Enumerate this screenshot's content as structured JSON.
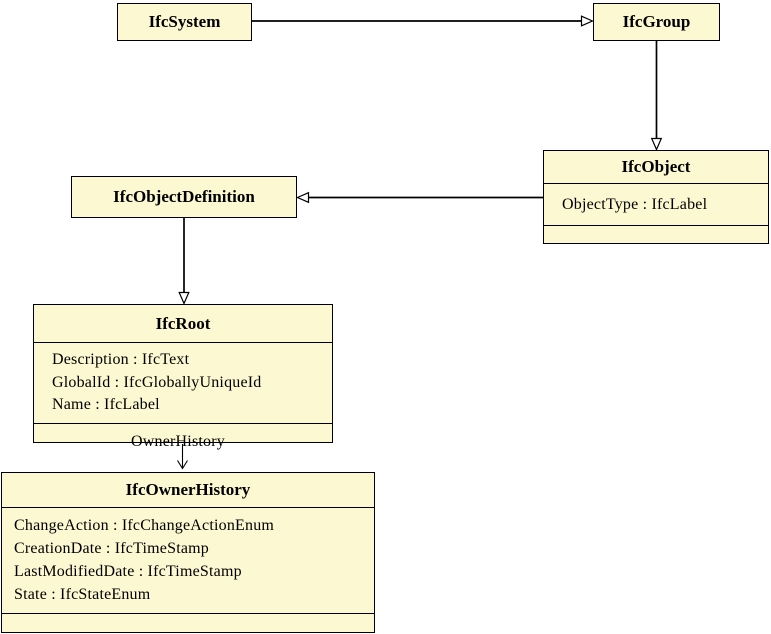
{
  "diagram": {
    "title": "IFC entity inheritance diagram",
    "colors": {
      "background": "#ffffff",
      "box_fill": "#fbf8d2",
      "box_border": "#000000",
      "line": "#000000"
    },
    "classes": [
      {
        "name": "IfcSystem",
        "attributes": []
      },
      {
        "name": "IfcGroup",
        "attributes": []
      },
      {
        "name": "IfcObject",
        "attributes": [
          "ObjectType : IfcLabel"
        ]
      },
      {
        "name": "IfcObjectDefinition",
        "attributes": []
      },
      {
        "name": "IfcRoot",
        "attributes": [
          "Description : IfcText",
          "GlobalId : IfcGloballyUniqueId",
          "Name : IfcLabel"
        ]
      },
      {
        "name": "IfcOwnerHistory",
        "attributes": [
          "ChangeAction : IfcChangeActionEnum",
          "CreationDate : IfcTimeStamp",
          "LastModifiedDate : IfcTimeStamp",
          "State : IfcStateEnum"
        ]
      }
    ],
    "edges": [
      {
        "from": "IfcSystem",
        "to": "IfcGroup",
        "type": "inheritance",
        "label": ""
      },
      {
        "from": "IfcGroup",
        "to": "IfcObject",
        "type": "inheritance",
        "label": ""
      },
      {
        "from": "IfcObject",
        "to": "IfcObjectDefinition",
        "type": "inheritance",
        "label": ""
      },
      {
        "from": "IfcObjectDefinition",
        "to": "IfcRoot",
        "type": "inheritance",
        "label": ""
      },
      {
        "from": "IfcRoot",
        "to": "IfcOwnerHistory",
        "type": "association",
        "label": "OwnerHistory"
      }
    ]
  }
}
